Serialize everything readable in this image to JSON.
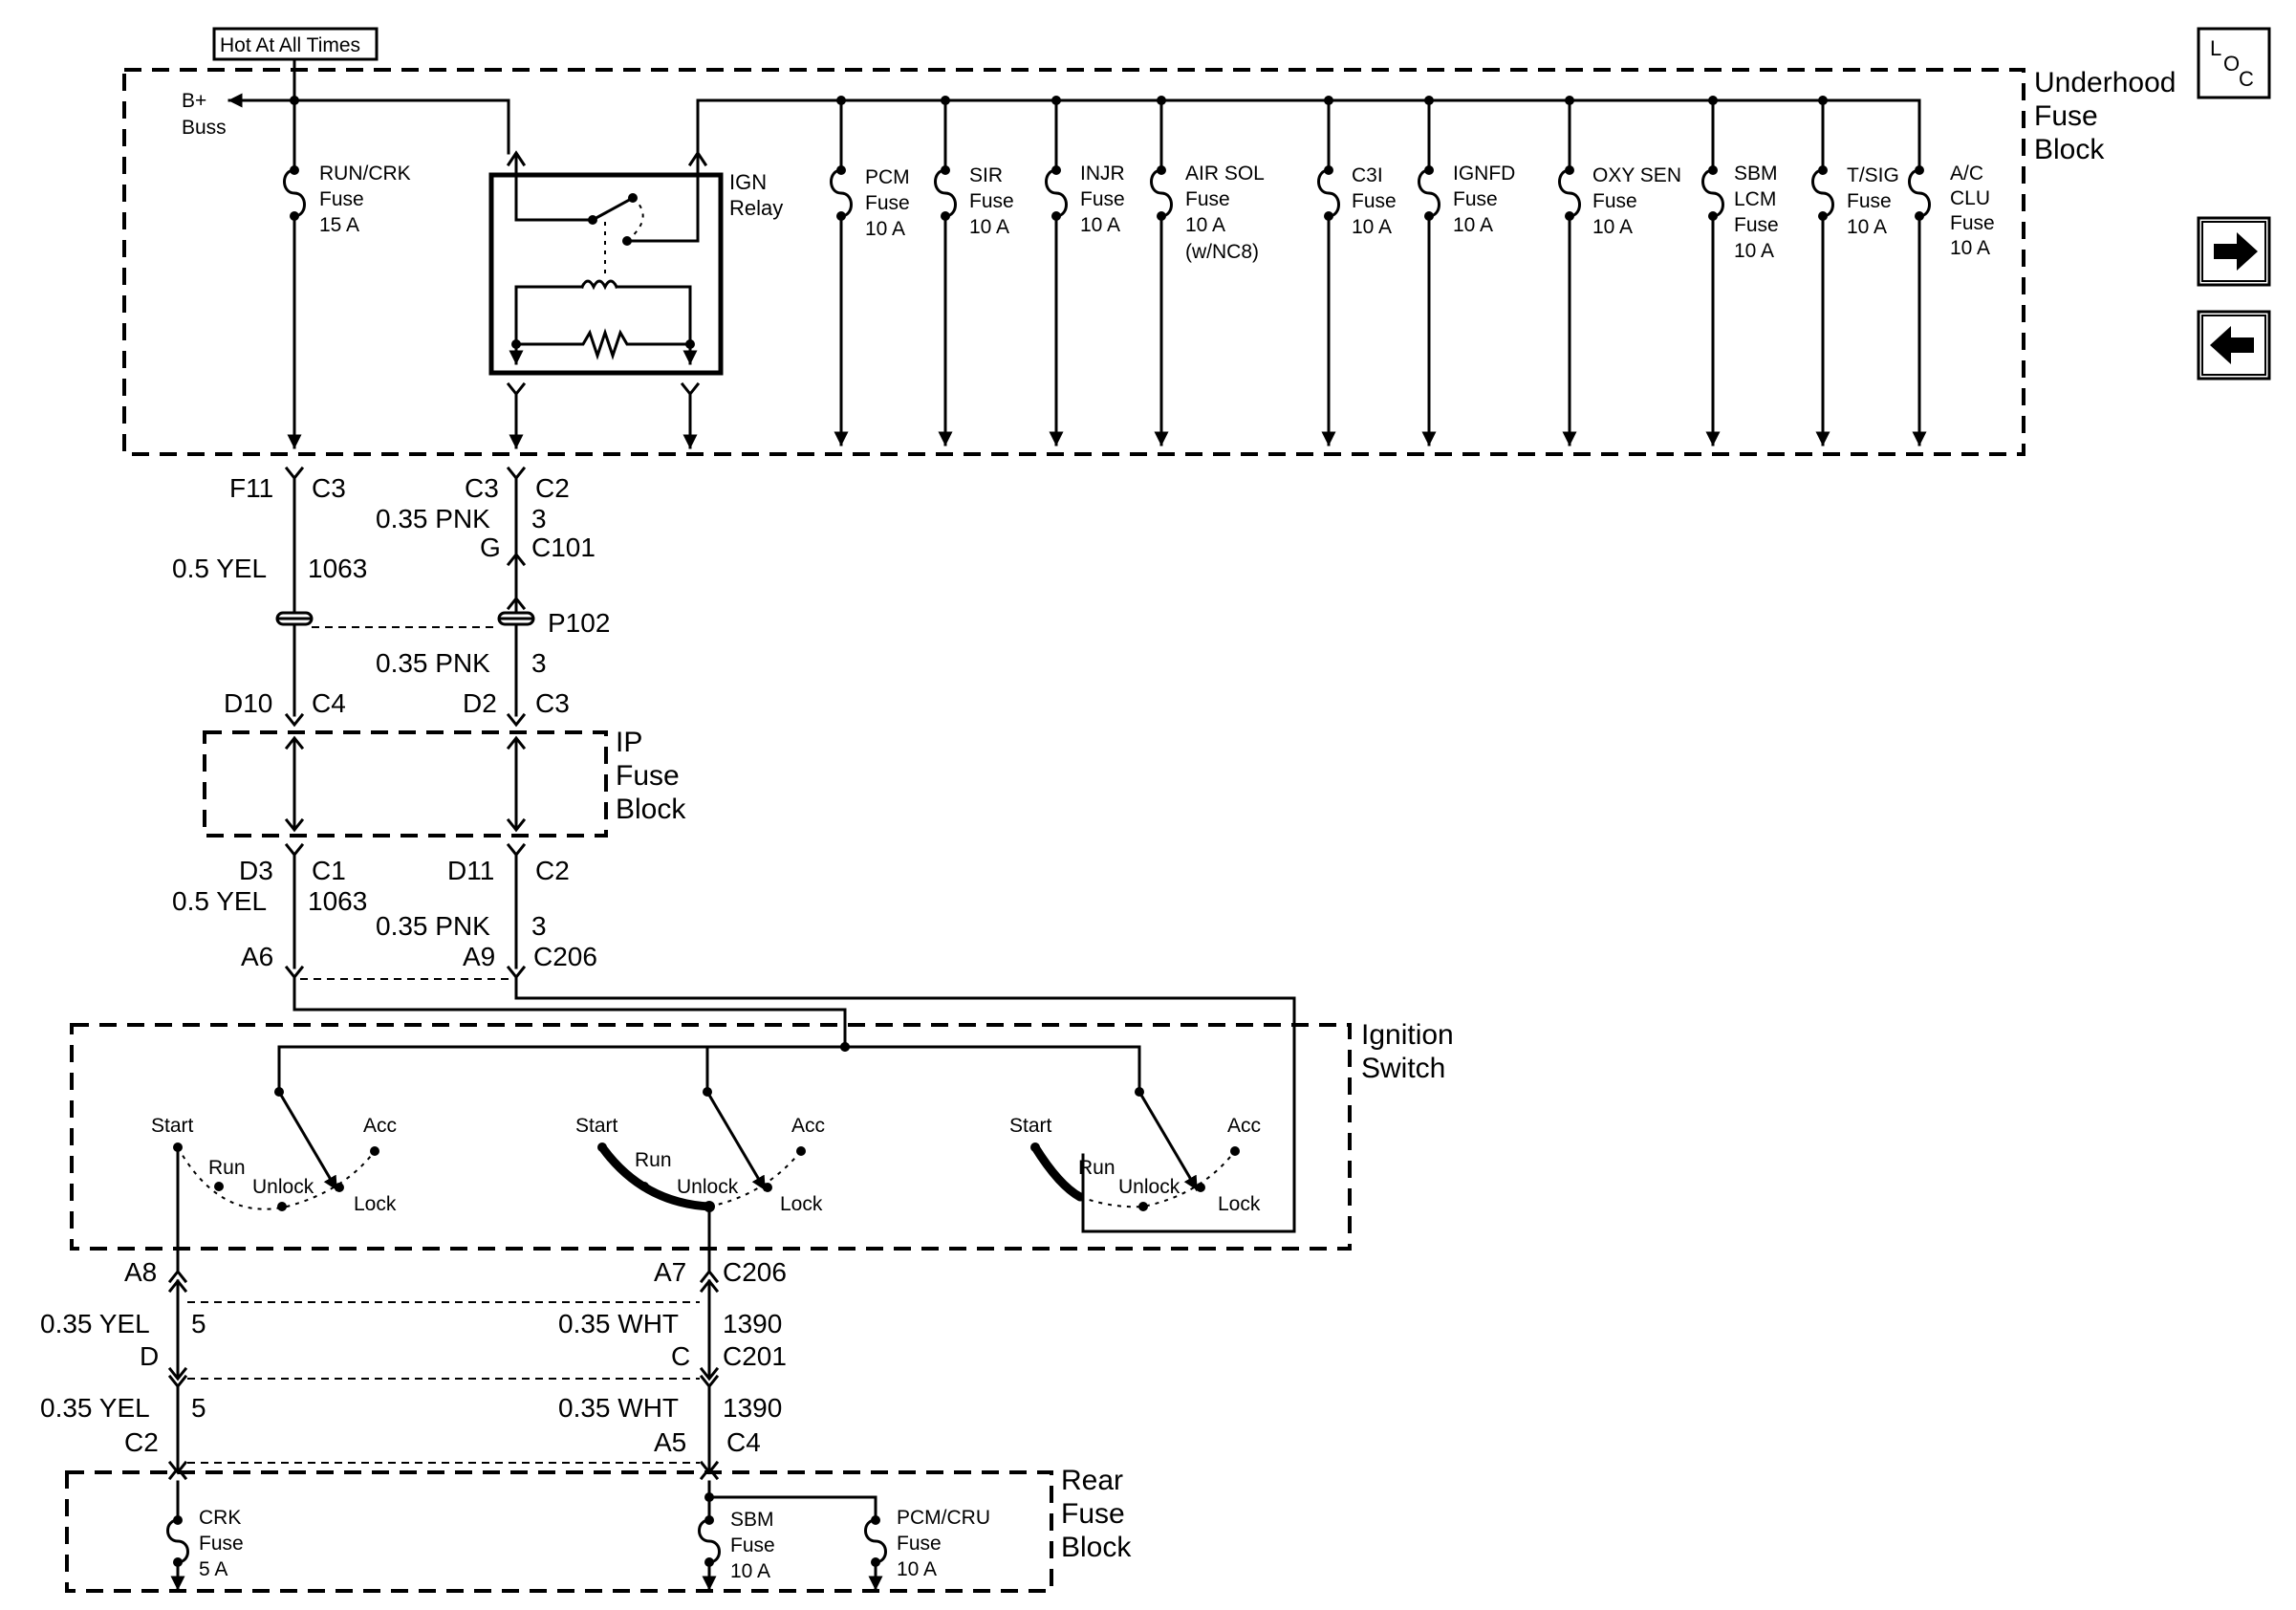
{
  "hot_label": "Hot At All Times",
  "loc_l": "L",
  "loc_o": "O",
  "loc_c": "C",
  "bbuss": [
    "B+",
    "Buss"
  ],
  "underhood": [
    "Underhood",
    "Fuse",
    "Block"
  ],
  "ign_relay": [
    "IGN",
    "Relay"
  ],
  "fuses": {
    "run_crk": [
      "RUN/CRK",
      "Fuse",
      "15 A"
    ],
    "pcm": [
      "PCM",
      "Fuse",
      "10 A"
    ],
    "sir": [
      "SIR",
      "Fuse",
      "10 A"
    ],
    "injr": [
      "INJR",
      "Fuse",
      "10 A"
    ],
    "air_sol": [
      "AIR SOL",
      "Fuse",
      "10 A",
      "(w/NC8)"
    ],
    "c3i": [
      "C3I",
      "Fuse",
      "10 A"
    ],
    "ignfd": [
      "IGNFD",
      "Fuse",
      "10 A"
    ],
    "oxy_sen": [
      "OXY SEN",
      "Fuse",
      "10 A"
    ],
    "sbm_lcm": [
      "SBM",
      "LCM",
      "Fuse",
      "10 A"
    ],
    "t_sig": [
      "T/SIG",
      "Fuse",
      "10 A"
    ],
    "ac_clu": [
      "A/C",
      "CLU",
      "Fuse",
      "10 A"
    ]
  },
  "wires_top": {
    "f11": "F11",
    "c3a": "C3",
    "c3b": "C3",
    "c2a": "C2",
    "pnk1": "0.35 PNK",
    "n3a": "3",
    "g": "G",
    "c101": "C101",
    "yel1": "0.5 YEL",
    "n1063a": "1063",
    "p102": "P102",
    "pnk2": "0.35 PNK",
    "n3b": "3",
    "d10": "D10",
    "c4a": "C4",
    "d2": "D2",
    "c3c": "C3"
  },
  "ip_block": [
    "IP",
    "Fuse",
    "Block"
  ],
  "wires_mid": {
    "d3": "D3",
    "c1": "C1",
    "d11": "D11",
    "c2b": "C2",
    "yel2": "0.5 YEL",
    "n1063b": "1063",
    "pnk3": "0.35 PNK",
    "n3c": "3",
    "a6": "A6",
    "a9": "A9",
    "c206a": "C206"
  },
  "ignition": [
    "Ignition",
    "Switch"
  ],
  "switch_labels": {
    "start": "Start",
    "run": "Run",
    "unlock": "Unlock",
    "lock": "Lock",
    "acc": "Acc"
  },
  "wires_bot": {
    "a8": "A8",
    "a7": "A7",
    "c206b": "C206",
    "yel3": "0.35 YEL",
    "n5a": "5",
    "wht1": "0.35 WHT",
    "n1390a": "1390",
    "d": "D",
    "c": "C",
    "c201": "C201",
    "yel4": "0.35 YEL",
    "n5b": "5",
    "wht2": "0.35 WHT",
    "n1390b": "1390",
    "c2c": "C2",
    "a5": "A5",
    "c4b": "C4"
  },
  "rear": [
    "Rear",
    "Fuse",
    "Block"
  ],
  "rear_fuses": {
    "crk": [
      "CRK",
      "Fuse",
      "5 A"
    ],
    "sbm": [
      "SBM",
      "Fuse",
      "10 A"
    ],
    "pcm_cru": [
      "PCM/CRU",
      "Fuse",
      "10 A"
    ]
  }
}
